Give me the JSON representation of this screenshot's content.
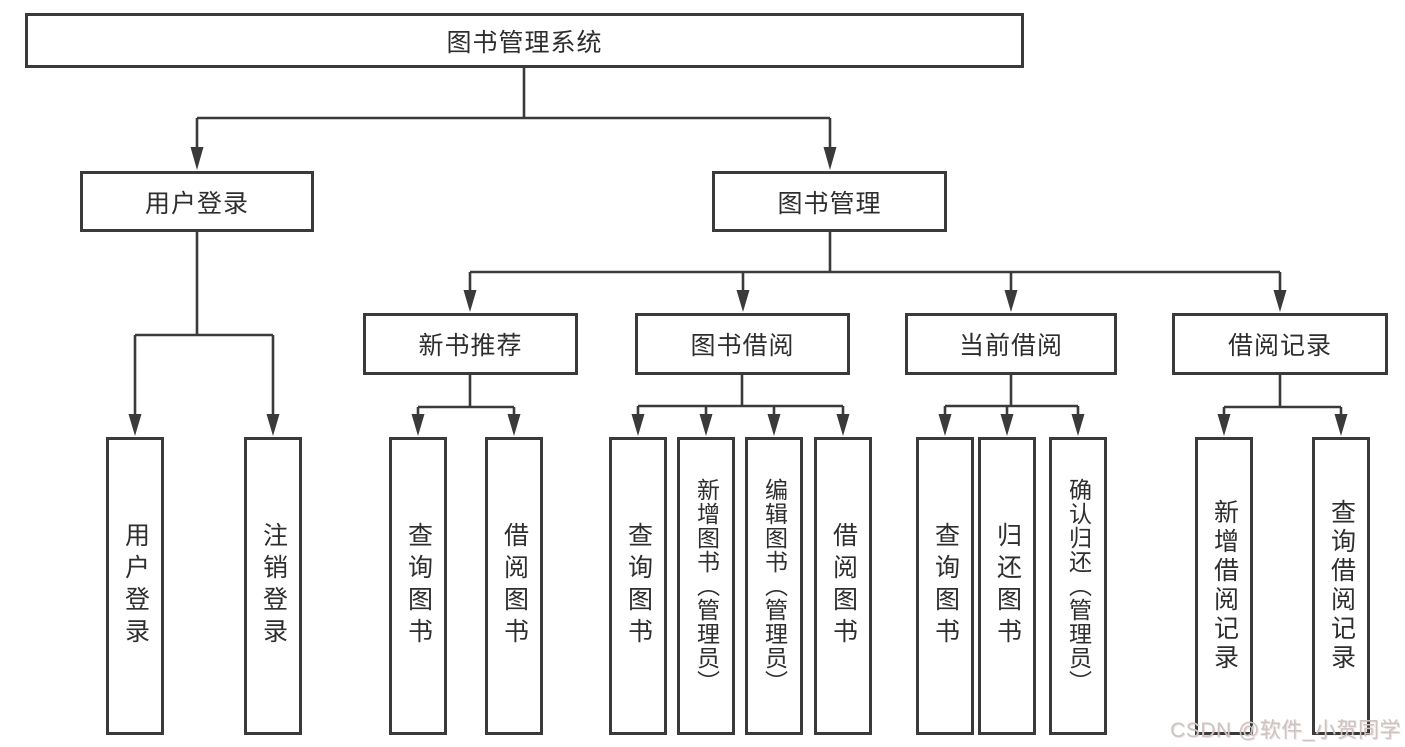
{
  "diagram": {
    "root": {
      "label": "图书管理系统"
    },
    "branches": [
      {
        "label": "用户登录"
      },
      {
        "label": "图书管理"
      }
    ],
    "modules": [
      {
        "label": "新书推荐"
      },
      {
        "label": "图书借阅"
      },
      {
        "label": "当前借阅"
      },
      {
        "label": "借阅记录"
      }
    ],
    "leaves": [
      {
        "label": "用户登录"
      },
      {
        "label": "注销登录"
      },
      {
        "label": "查询图书"
      },
      {
        "label": "借阅图书"
      },
      {
        "label": "查询图书"
      },
      {
        "label": "新增图书（管理员）"
      },
      {
        "label": "编辑图书（管理员）"
      },
      {
        "label": "借阅图书"
      },
      {
        "label": "查询图书"
      },
      {
        "label": "归还图书"
      },
      {
        "label": "确认归还（管理员）"
      },
      {
        "label": "新增借阅记录"
      },
      {
        "label": "查询借阅记录"
      }
    ],
    "colors": {
      "line": "#3a3a3a",
      "text": "#2e2e2e",
      "background": "#ffffff"
    }
  },
  "watermark": {
    "text": "CSDN @软件_小贺同学",
    "color": "#c6c6c6"
  }
}
